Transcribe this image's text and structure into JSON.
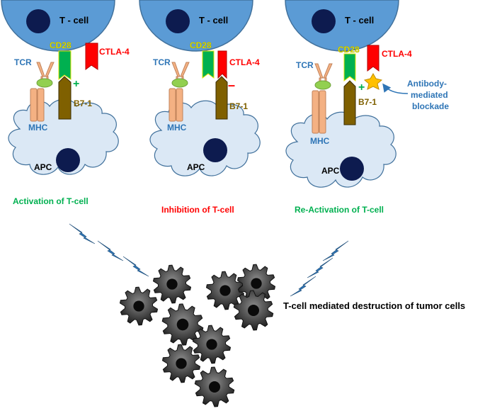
{
  "panels": [
    {
      "tcell_label": "T - cell",
      "apc_label": "APC",
      "tcr_label": "TCR",
      "mhc_label": "MHC",
      "cd28_label": "CD28",
      "ctla4_label": "CTLA-4",
      "b71_label": "B7-1",
      "sign": "+",
      "caption": "Activation of T-cell"
    },
    {
      "tcell_label": "T - cell",
      "apc_label": "APC",
      "tcr_label": "TCR",
      "mhc_label": "MHC",
      "cd28_label": "CD28",
      "ctla4_label": "CTLA-4",
      "b71_label": "B7-1",
      "sign": "–",
      "caption": "Inhibition of T-cell"
    },
    {
      "tcell_label": "T - cell",
      "apc_label": "APC",
      "tcr_label": "TCR",
      "mhc_label": "MHC",
      "cd28_label": "CD28",
      "ctla4_label": "CTLA-4",
      "b71_label": "B7-1",
      "sign": "+",
      "caption": "Re-Activation of T-cell",
      "antibody_label_line1": "Antibody-",
      "antibody_label_line2": "mediated",
      "antibody_label_line3": "blockade"
    }
  ],
  "bottom_caption": "T-cell mediated destruction of tumor cells",
  "colors": {
    "cell_fill": "#5b9bd5",
    "cell_stroke": "#41719c",
    "nucleus": "#0d1b4f",
    "apc_fill": "#dbe8f5",
    "apc_stroke": "#41719c",
    "label_blue": "#2e75b6",
    "cd28_label": "#e0e000",
    "cd28_green": "#00b050",
    "ctla4_red": "#ff0000",
    "b71_brown": "#7f6000",
    "tcr": "#f4b183",
    "mhc": "#f4b183",
    "peptide": "#92d050",
    "antibody": "#ffc000",
    "activation_text": "#00b050",
    "inhibition_text": "#ff0000",
    "lightning": "#2e75b6",
    "gear": "#3a3a3a"
  }
}
